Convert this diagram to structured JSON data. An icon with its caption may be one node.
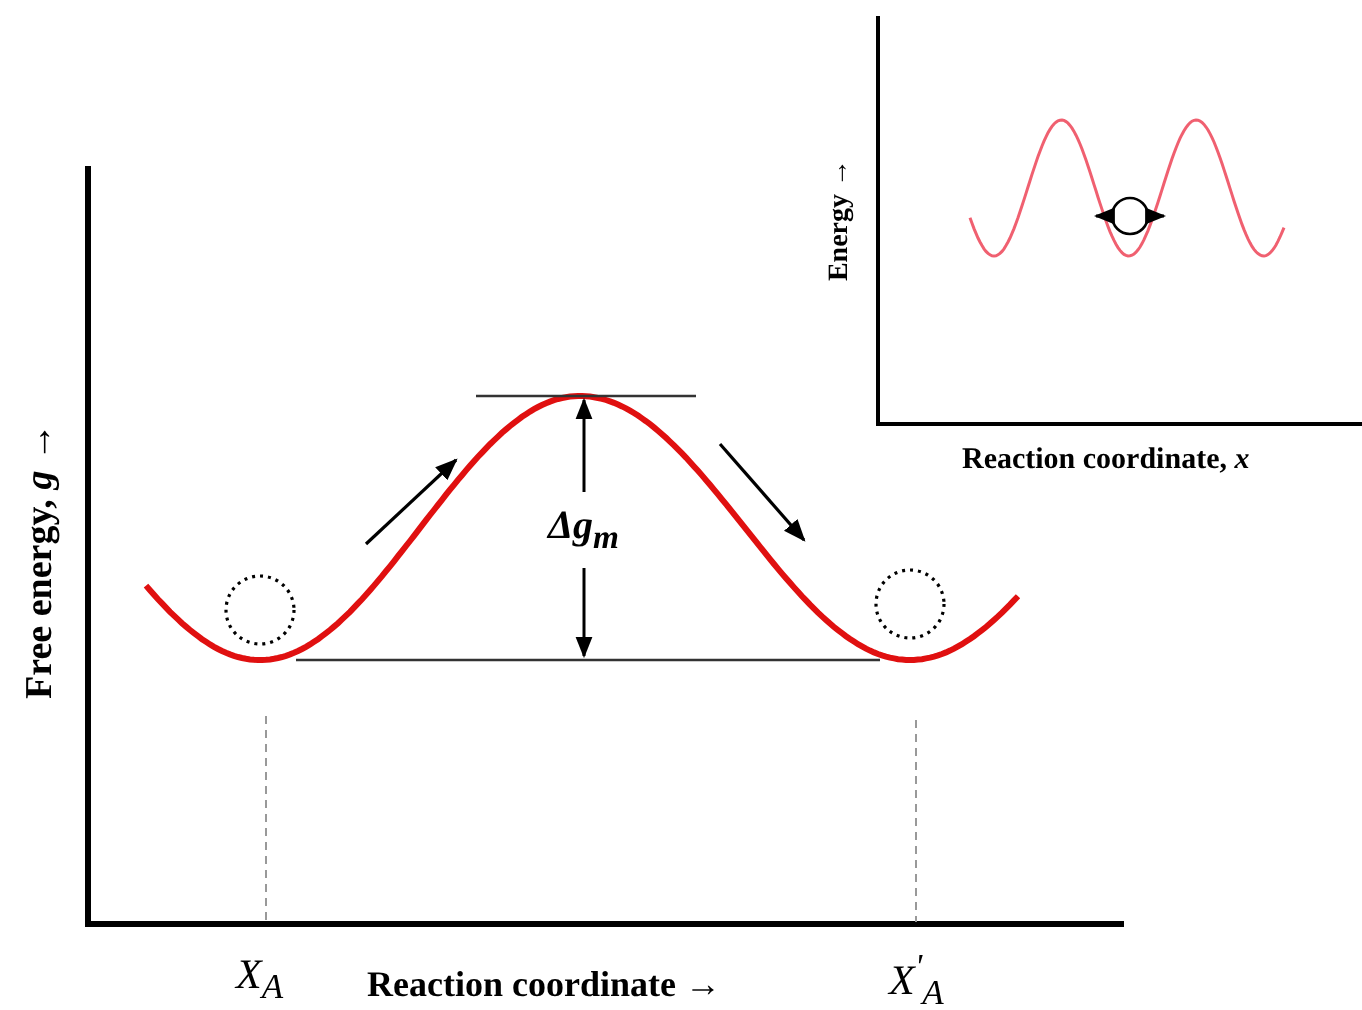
{
  "diagram": {
    "labels": [
      "Reaction coordinate, *x*",
      "Energy →",
      "Free energy, *g* →",
      "Δg$_{m}$",
      "X$_{A}$",
      "Reaction coordinate →",
      "X$^{'}$$_{A}$"
    ]
  }
}
